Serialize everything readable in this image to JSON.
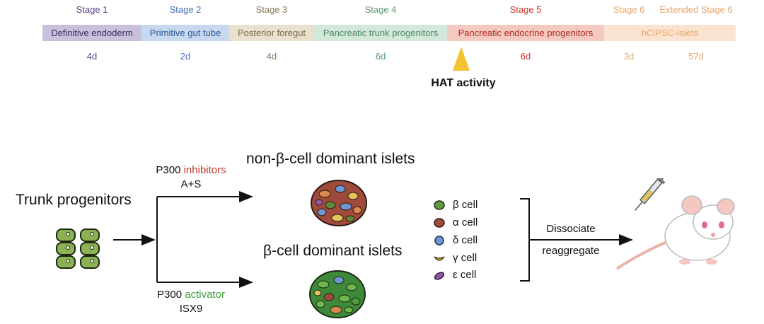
{
  "colors": {
    "stage1": "#5b3d87",
    "stage2": "#3f6fb8",
    "stage3": "#8a7a57",
    "stage4": "#5a9a73",
    "stage5": "#c7352d",
    "stage6": "#e6a66a",
    "inhibitor": "#c0392b",
    "activator": "#3f9a3f",
    "hat_marker": "#f2c230"
  },
  "timeline": {
    "stages": [
      {
        "name": "Stage 1",
        "band": "Definitive endoderm",
        "duration": "4d"
      },
      {
        "name": "Stage 2",
        "band": "Primitive gut tube",
        "duration": "2d"
      },
      {
        "name": "Stage 3",
        "band": "Posterior foregut",
        "duration": "4d"
      },
      {
        "name": "Stage 4",
        "band": "Pancreatic trunk progenitors",
        "duration": "6d"
      },
      {
        "name": "Stage 5",
        "band": "Pancreatic endocrine progenitors",
        "duration": "6d"
      },
      {
        "name": "Stage 6",
        "band": "hCiPSC-islets",
        "duration": "3d"
      },
      {
        "name": "Extended Stage 6",
        "duration": "57d"
      }
    ],
    "marker_label": "HAT activity"
  },
  "pathway": {
    "source": "Trunk progenitors",
    "top": {
      "prefix": "P300",
      "agent": "inhibitors",
      "compounds": "A+S",
      "result": "non-β-cell dominant islets"
    },
    "bottom": {
      "prefix": "P300",
      "agent": "activator",
      "compounds": "ISX9",
      "result": "β-cell dominant islets"
    },
    "legend": [
      {
        "label": "β cell",
        "icon": "beta-cell-icon"
      },
      {
        "label": "α cell",
        "icon": "alpha-cell-icon"
      },
      {
        "label": "δ cell",
        "icon": "delta-cell-icon"
      },
      {
        "label": "γ cell",
        "icon": "gamma-cell-icon"
      },
      {
        "label": "ε cell",
        "icon": "epsilon-cell-icon"
      }
    ],
    "step_top": "Dissociate",
    "step_bottom": "reaggregate"
  }
}
